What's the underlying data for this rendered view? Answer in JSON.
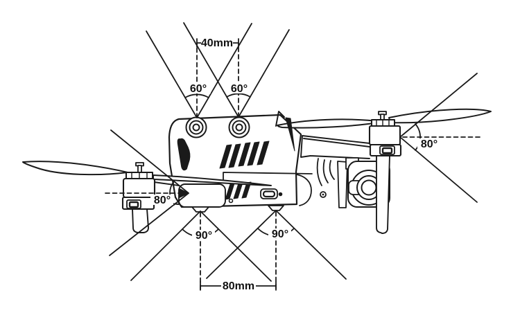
{
  "diagram": {
    "subject": "drone-side-view-sensor-fov-diagram",
    "background_color": "#ffffff",
    "line_color": "#1a1a1a",
    "labels": {
      "top_sensor_spacing": "40mm",
      "bottom_sensor_spacing": "80mm",
      "top_left_fov": "60°",
      "top_right_fov": "60°",
      "front_fov": "80°",
      "rear_fov": "80°",
      "bottom_left_fov": "90°",
      "bottom_right_fov": "90°"
    }
  }
}
